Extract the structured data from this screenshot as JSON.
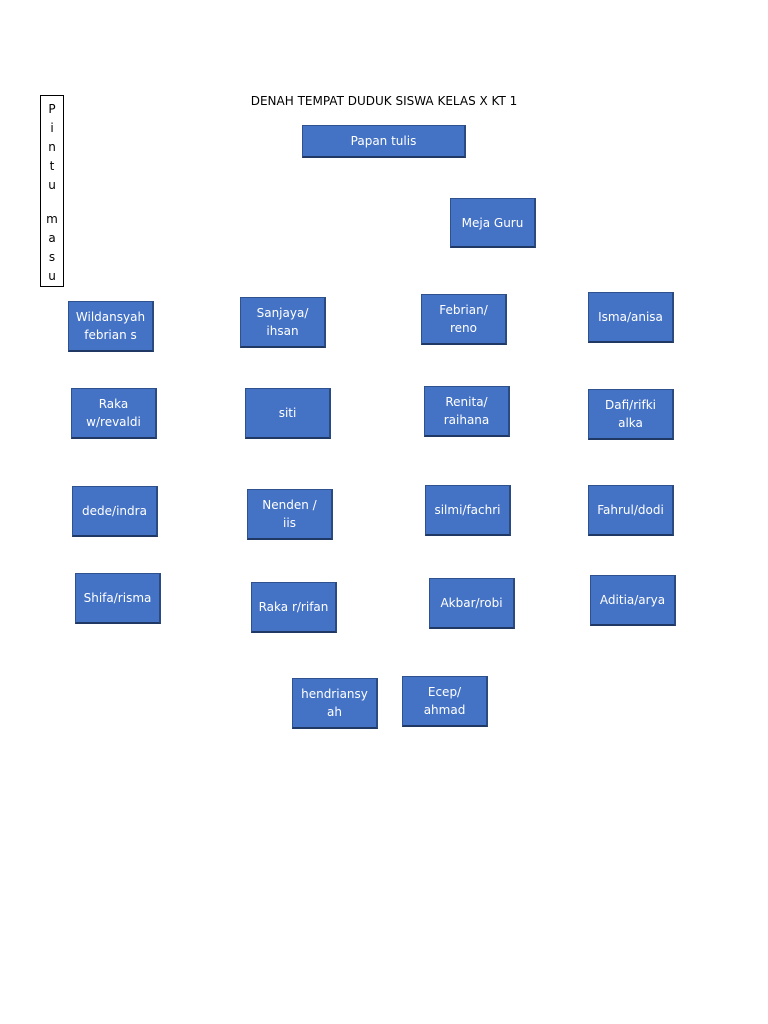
{
  "title": "DENAH TEMPAT DUDUK SISWA KELAS X KT 1",
  "door_letters": [
    "P",
    "i",
    "n",
    "t",
    "u",
    "",
    "m",
    "a",
    "s",
    "u"
  ],
  "board": "Papan tulis",
  "teacher_desk": "Meja Guru",
  "seats": {
    "r1c1": "Wildansyah\nfebrian s",
    "r1c2": "Sanjaya/\nihsan",
    "r1c3": "Febrian/\nreno",
    "r1c4": "Isma/anisa",
    "r2c1": "Raka\nw/revaldi",
    "r2c2": "siti",
    "r2c3": "Renita/\nraihana",
    "r2c4": "Dafi/rifki\nalka",
    "r3c1": "dede/indra",
    "r3c2": "Nenden /\niis",
    "r3c3": "silmi/fachri",
    "r3c4": "Fahrul/dodi",
    "r4c1": "Shifa/risma",
    "r4c2": "Raka r/rifan",
    "r4c3": "Akbar/robi",
    "r4c4": "Aditia/arya",
    "r5c1": "hendriansy\nah",
    "r5c2": "Ecep/\nahmad"
  },
  "colors": {
    "box_fill": "#4472C4",
    "box_border": "#2F528F",
    "text": "#FFFFFF"
  }
}
